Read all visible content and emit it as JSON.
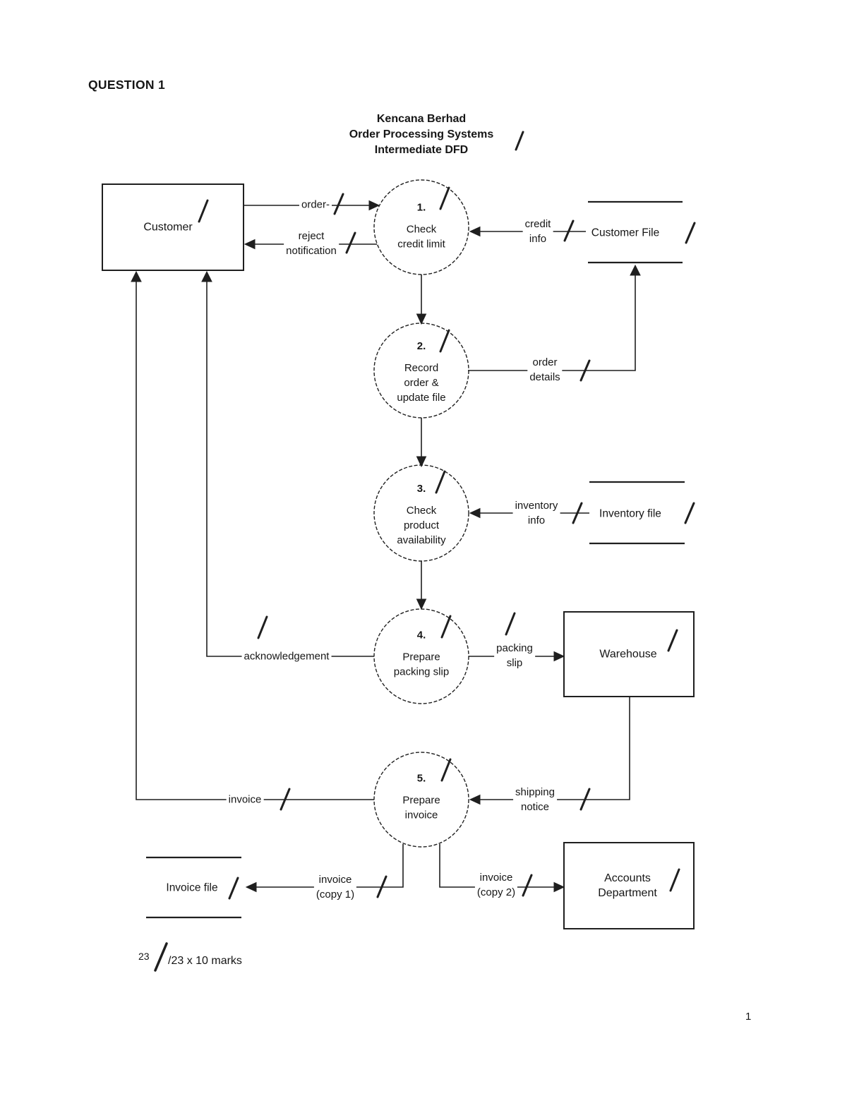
{
  "page": {
    "question_label": "QUESTION 1",
    "page_number": "1"
  },
  "title": {
    "line1": "Kencana Berhad",
    "line2": "Order Processing Systems",
    "line3": "Intermediate DFD"
  },
  "entities": {
    "customer": {
      "label": "Customer"
    },
    "warehouse": {
      "label": "Warehouse"
    },
    "accounts_department": {
      "line1": "Accounts",
      "line2": "Department"
    }
  },
  "processes": [
    {
      "number": "1.",
      "line1": "Check",
      "line2": "credit limit"
    },
    {
      "number": "2.",
      "line1": "Record",
      "line2": "order &",
      "line3": "update file"
    },
    {
      "number": "3.",
      "line1": "Check",
      "line2": "product",
      "line3": "availability"
    },
    {
      "number": "4.",
      "line1": "Prepare",
      "line2": "packing slip"
    },
    {
      "number": "5.",
      "line1": "Prepare",
      "line2": "invoice"
    }
  ],
  "data_stores": {
    "customer_file": {
      "label": "Customer File"
    },
    "inventory_file": {
      "label": "Inventory file"
    },
    "invoice_file": {
      "label": "Invoice file"
    }
  },
  "flows": {
    "order": {
      "label": "order-"
    },
    "reject_notification": {
      "line1": "reject",
      "line2": "notification"
    },
    "credit_info": {
      "line1": "credit",
      "line2": "info"
    },
    "order_details": {
      "line1": "order",
      "line2": "details"
    },
    "inventory_info": {
      "line1": "inventory",
      "line2": "info"
    },
    "acknowledgement": {
      "label": "acknowledgement"
    },
    "packing_slip": {
      "line1": "packing",
      "line2": "slip"
    },
    "invoice": {
      "label": "invoice"
    },
    "shipping_notice": {
      "line1": "shipping",
      "line2": "notice"
    },
    "invoice_copy1": {
      "line1": "invoice",
      "line2": "(copy 1)"
    },
    "invoice_copy2": {
      "line1": "invoice",
      "line2": "(copy 2)"
    }
  },
  "footer": {
    "score": "23",
    "formula": "/23 x 10 marks"
  },
  "grading": {
    "tick_count": 23
  },
  "colors": {
    "ink": "#1f1f1f",
    "paper": "#ffffff"
  }
}
